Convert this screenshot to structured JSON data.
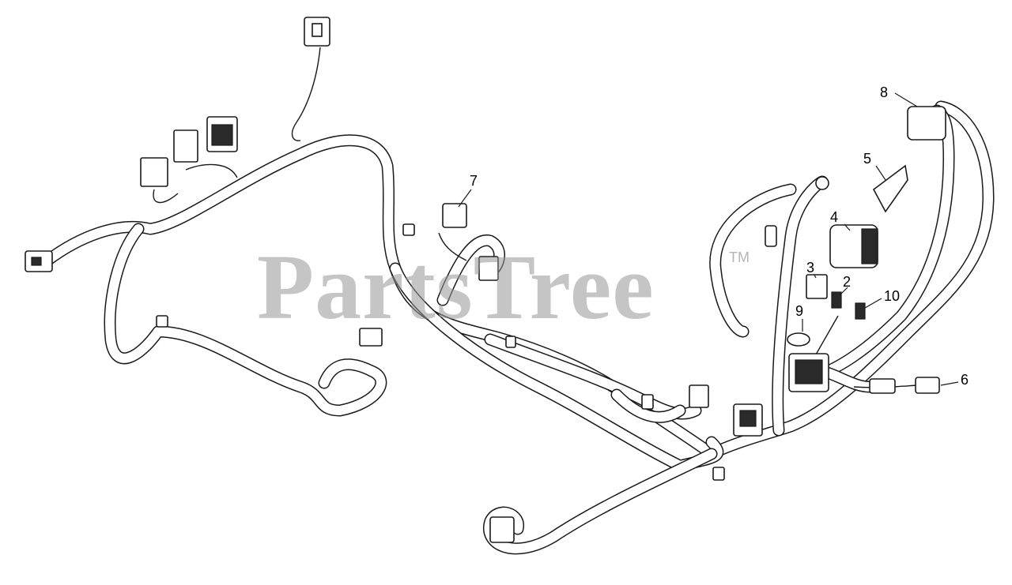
{
  "watermark": {
    "text": "PartsTree",
    "trademark": "TM"
  },
  "callouts": [
    {
      "id": "1",
      "label": "8"
    },
    {
      "id": "2",
      "label": "5"
    },
    {
      "id": "3",
      "label": "7"
    },
    {
      "id": "4",
      "label": "4"
    },
    {
      "id": "5",
      "label": "3"
    },
    {
      "id": "6",
      "label": "2"
    },
    {
      "id": "7",
      "label": "10"
    },
    {
      "id": "8",
      "label": "9"
    },
    {
      "id": "9",
      "label": "6"
    }
  ]
}
